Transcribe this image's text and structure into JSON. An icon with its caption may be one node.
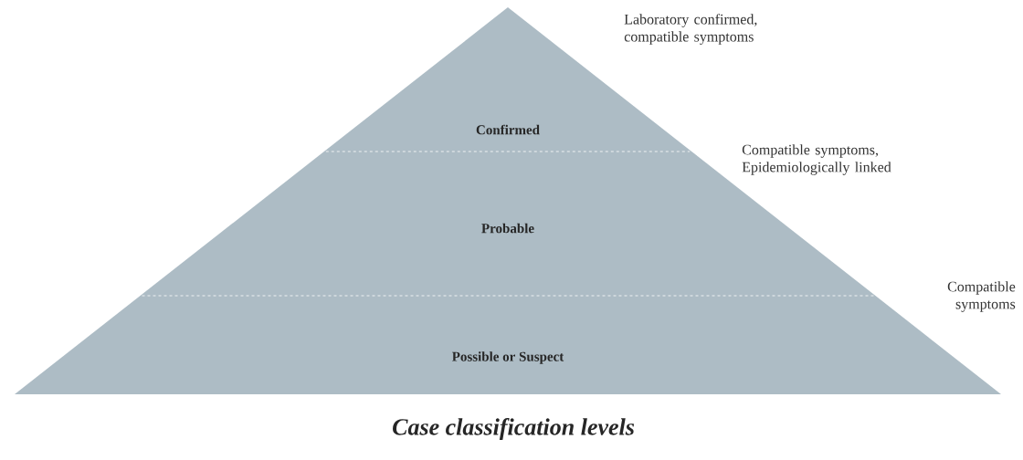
{
  "diagram": {
    "caption": "Case classification levels",
    "nodes": [
      {
        "text": [
          "Confirmed"
        ],
        "beside": [
          "Laboratory confirmed, compatible symptoms"
        ]
      },
      {
        "text": [
          "Probable"
        ],
        "beside": [
          "Compatible symptoms, Epidemiologically linked"
        ]
      },
      {
        "text": [
          "Possible or Suspect"
        ],
        "beside": [
          "Compatible symptoms"
        ]
      }
    ]
  }
}
